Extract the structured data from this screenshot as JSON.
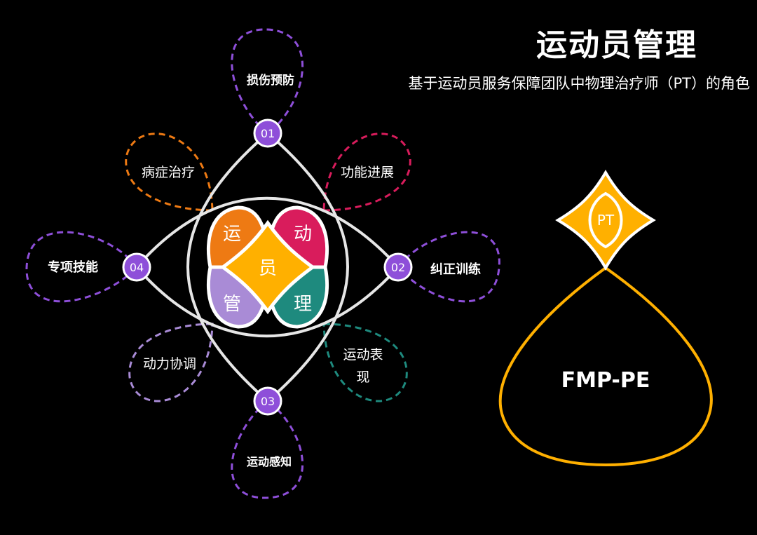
{
  "header": {
    "title": "运动员管理",
    "subtitle": "基于运动员服务保障团队中物理治疗师（PT）的角色"
  },
  "core": {
    "petals": [
      {
        "label": "运",
        "color": "#ee7a13"
      },
      {
        "label": "动",
        "color": "#d91c5c"
      },
      {
        "label": "管",
        "color": "#a98bd6"
      },
      {
        "label": "理",
        "color": "#1e8a7e"
      }
    ],
    "center": {
      "label": "员",
      "color": "#ffb000"
    }
  },
  "nodes": [
    {
      "number": "01",
      "label": "损伤预防"
    },
    {
      "number": "02",
      "label": "纠正训练"
    },
    {
      "number": "03",
      "label": "运动感知"
    },
    {
      "number": "04",
      "label": "专项技能"
    }
  ],
  "diagonal_leaves": [
    {
      "label": "病症治疗",
      "color": "#ee7a13"
    },
    {
      "label": "功能进展",
      "color": "#d91c5c"
    },
    {
      "label": "动力协调",
      "color": "#a98bd6"
    },
    {
      "label_line1": "运动表",
      "label_line2": "现",
      "color": "#1e8a7e"
    }
  ],
  "colors": {
    "node_fill": "#8e4fd9",
    "node_stroke": "#ffffff",
    "leaf_dash": "#8e4fd9",
    "ring": "#e6e6e6",
    "accent": "#ffb000"
  },
  "model": {
    "badge": "PT",
    "label": "FMP-PE"
  }
}
